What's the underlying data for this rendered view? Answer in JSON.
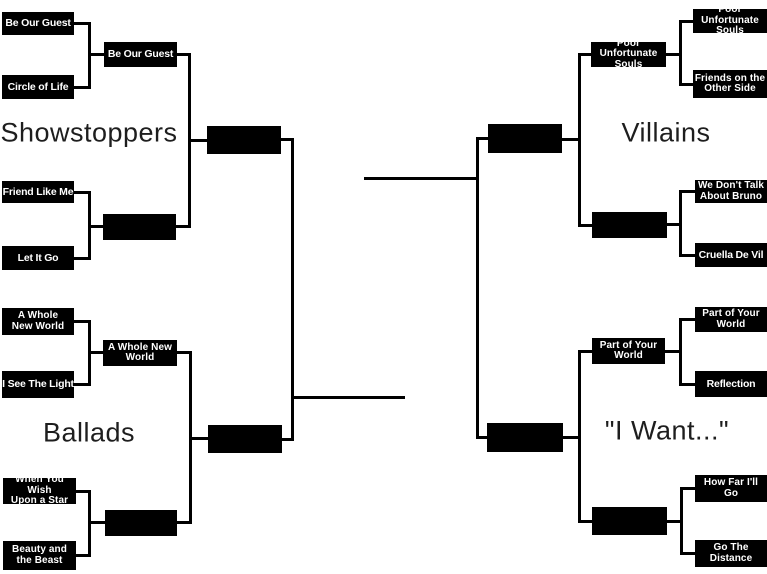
{
  "colors": {
    "background": "#ffffff",
    "box_fill": "#000000",
    "box_text": "#ffffff",
    "connector_line": "#000000",
    "region_label_text": "#1e1e1e"
  },
  "regions": {
    "showstoppers": {
      "label": "Showstoppers",
      "round1": {
        "match1": {
          "top": "Be Our Guest",
          "bottom": "Circle of Life"
        },
        "match2": {
          "top": "Friend Like Me",
          "bottom": "Let It Go"
        }
      },
      "round2": {
        "top": "Be Our Guest",
        "bottom": ""
      },
      "regional_final": ""
    },
    "ballads": {
      "label": "Ballads",
      "round1": {
        "match1": {
          "top": "A Whole\nNew World",
          "bottom": "I See The Light"
        },
        "match2": {
          "top": "When You Wish\nUpon a Star",
          "bottom": "Beauty and\nthe Beast"
        }
      },
      "round2": {
        "top": "A Whole New\nWorld",
        "bottom": ""
      },
      "regional_final": ""
    },
    "villains": {
      "label": "Villains",
      "round1": {
        "match1": {
          "top": "Poor Unfortunate\nSouls",
          "bottom": "Friends on the\nOther Side"
        },
        "match2": {
          "top": "We Don't Talk\nAbout Bruno",
          "bottom": "Cruella De Vil"
        }
      },
      "round2": {
        "top": "Poor Unfortunate\nSouls",
        "bottom": ""
      },
      "regional_final": ""
    },
    "i_want": {
      "label": "\"I Want...\"",
      "round1": {
        "match1": {
          "top": "Part of Your\nWorld",
          "bottom": "Reflection"
        },
        "match2": {
          "top": "How Far I'll\nGo",
          "bottom": "Go The\nDistance"
        }
      },
      "round2": {
        "top": "Part of Your\nWorld",
        "bottom": ""
      },
      "regional_final": ""
    }
  }
}
